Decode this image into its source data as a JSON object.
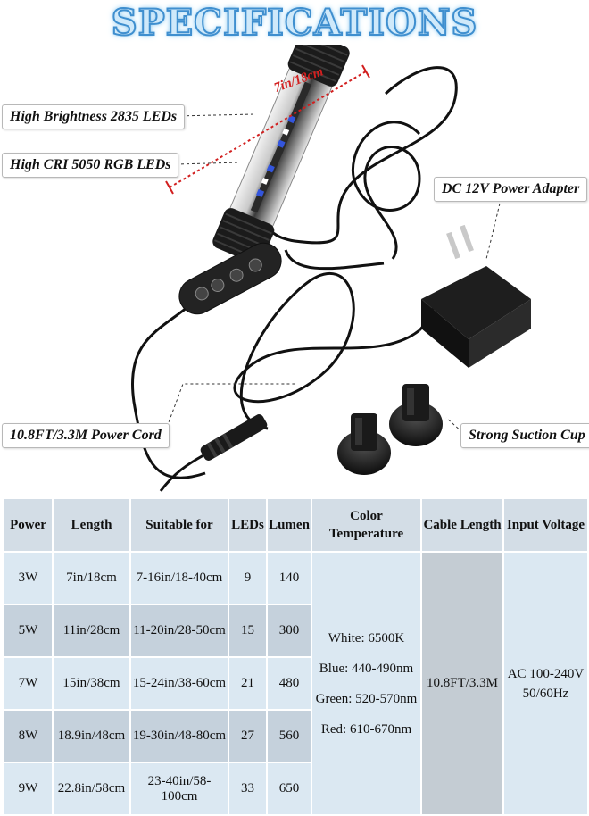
{
  "title": "SPECIFICATIONS",
  "dimension_label": "7in/18cm",
  "callouts": {
    "leds_2835": "High Brightness 2835 LEDs",
    "leds_5050": "High CRI 5050 RGB LEDs",
    "adapter": "DC 12V Power Adapter",
    "cord": "10.8FT/3.3M Power Cord",
    "suction": "Strong Suction Cup"
  },
  "table": {
    "headers": [
      "Power",
      "Length",
      "Suitable for",
      "LEDs",
      "Lumen",
      "Color Temperature",
      "Cable Length",
      "Input Voltage"
    ],
    "rows": [
      {
        "power": "3W",
        "length": "7in/18cm",
        "suitable": "7-16in/18-40cm",
        "leds": "9",
        "lumen": "140"
      },
      {
        "power": "5W",
        "length": "11in/28cm",
        "suitable": "11-20in/28-50cm",
        "leds": "15",
        "lumen": "300"
      },
      {
        "power": "7W",
        "length": "15in/38cm",
        "suitable": "15-24in/38-60cm",
        "leds": "21",
        "lumen": "480"
      },
      {
        "power": "8W",
        "length": "18.9in/48cm",
        "suitable": "19-30in/48-80cm",
        "leds": "27",
        "lumen": "560"
      },
      {
        "power": "9W",
        "length": "22.8in/58cm",
        "suitable": "23-40in/58-100cm",
        "leds": "33",
        "lumen": "650"
      }
    ],
    "color_temperature": [
      "White: 6500K",
      "Blue: 440-490nm",
      "Green: 520-570nm",
      "Red: 610-670nm"
    ],
    "cable_length": "10.8FT/3.3M",
    "input_voltage": [
      "AC 100-240V",
      "50/60Hz"
    ]
  },
  "colors": {
    "title_fill": "#cfe9fa",
    "title_stroke": "#3f8fcf",
    "dimension_red": "#d21f1f",
    "header_bg": "#d3dde6",
    "row_light": "#dbe8f2",
    "row_dark": "#c5d1dc"
  }
}
